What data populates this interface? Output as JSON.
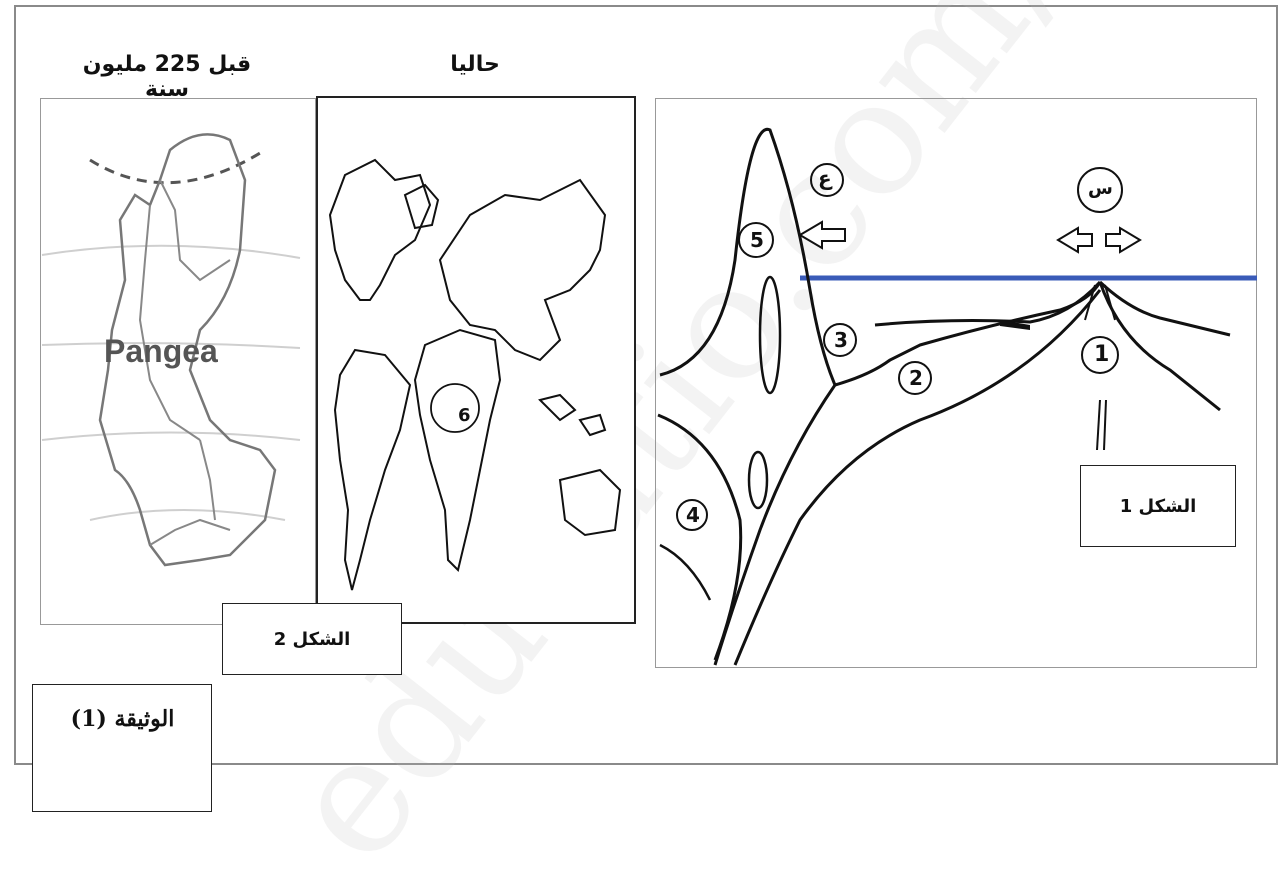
{
  "header_past": "قبل 225 مليون سنة",
  "header_present": "حاليا",
  "pangea_label": "Pangea",
  "circle_label_6": "6",
  "figure1_label": "الشكل 1",
  "figure2_label": "الشكل 2",
  "document_label": "الوثيقة (1)",
  "letter_ain": "ع",
  "letter_sin": "س",
  "num_1": "1",
  "num_2": "2",
  "num_3": "3",
  "num_4": "4",
  "num_5": "5",
  "watermark": "educatio.com/e"
}
